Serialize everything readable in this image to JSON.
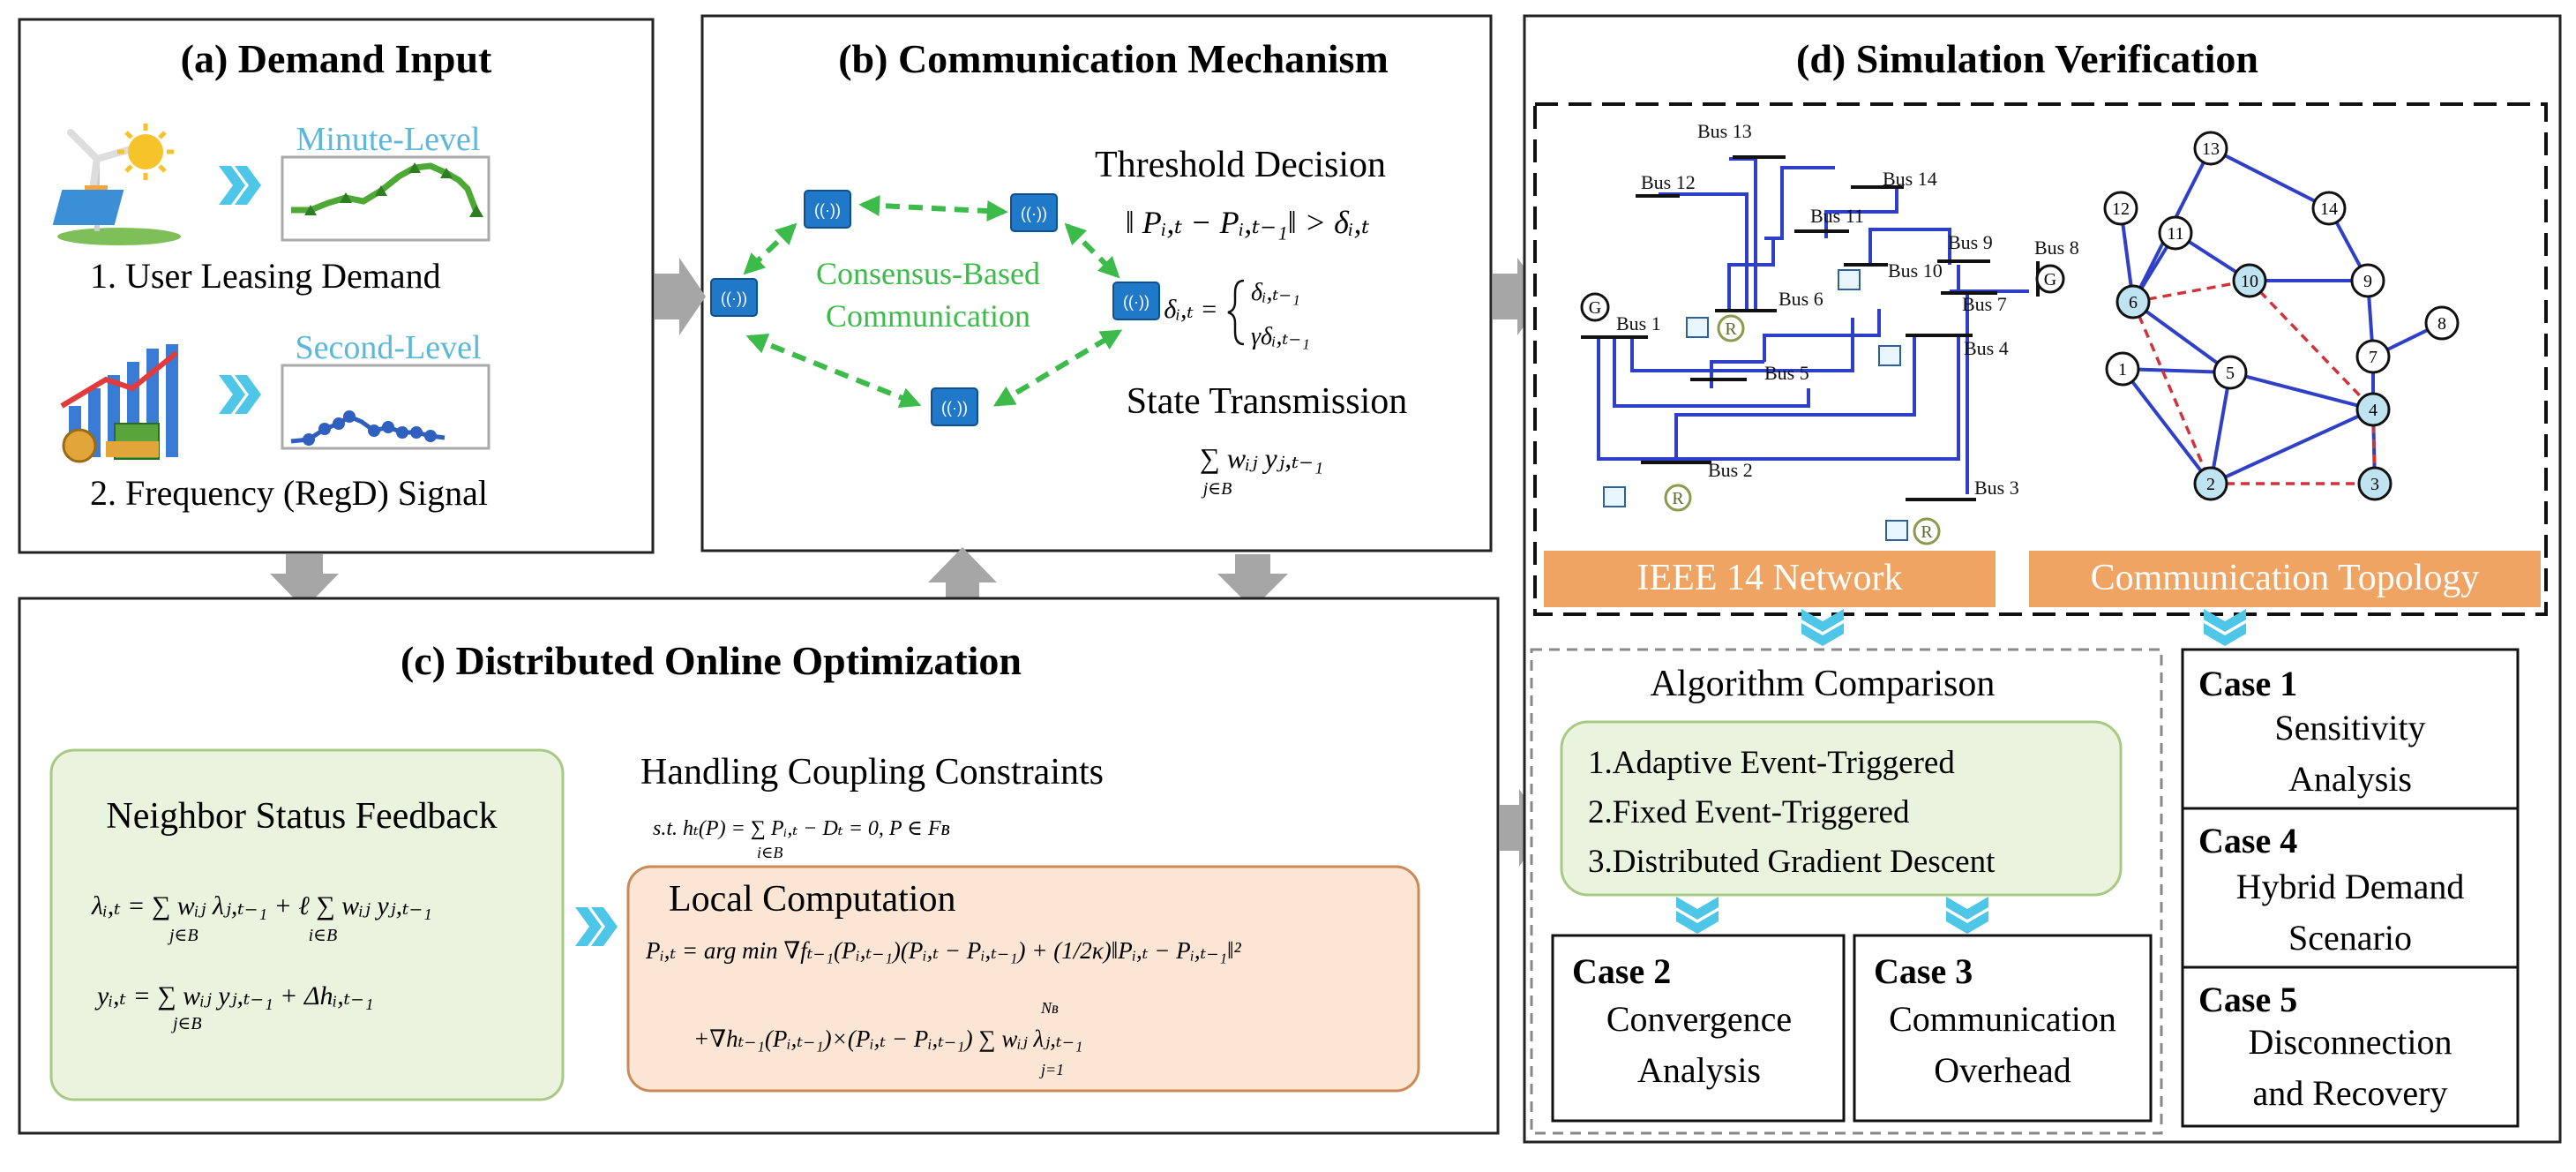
{
  "panel_a": {
    "title": "(a) Demand Input",
    "minute_label": "Minute-Level",
    "item1": "1. User  Leasing Demand",
    "second_label": "Second-Level",
    "item2": "2. Frequency  (RegD) Signal"
  },
  "panel_b": {
    "title": "(b) Communication Mechanism",
    "consensus_line1": "Consensus-Based",
    "consensus_line2": "Communication",
    "threshold_title": "Threshold Decision",
    "threshold_formula": "‖ Pᵢ,ₜ − Pᵢ,ₜ₋₁‖ > δᵢ,ₜ",
    "delta_lhs": "δᵢ,ₜ =",
    "delta_case1": "δᵢ,ₜ₋₁",
    "delta_case2": "γδᵢ,ₜ₋₁",
    "state_title": "State Transmission",
    "state_formula": "∑ wᵢⱼ yⱼ,ₜ₋₁",
    "state_sub": "j∈B"
  },
  "panel_c": {
    "title": "(c) Distributed Online Optimization",
    "neighbor_title": "Neighbor Status Feedback",
    "lambda_eq": "λᵢ,ₜ = ∑ wᵢⱼ λⱼ,ₜ₋₁ + ℓ ∑ wᵢⱼ yⱼ,ₜ₋₁",
    "lambda_sub": "j∈B                         i∈B",
    "y_eq": "yᵢ,ₜ = ∑ wᵢⱼ yⱼ,ₜ₋₁ + Δhᵢ,ₜ₋₁",
    "y_sub": "j∈B",
    "coupling_title": "Handling Coupling Constraints",
    "coupling_formula": "s.t. hₜ(P) = ∑ Pᵢ,ₜ − Dₜ = 0,   P ∈ Fʙ",
    "coupling_sub": "i∈B",
    "local_title": "Local Computation",
    "local_eq1": "Pᵢ,ₜ = arg min ∇fₜ₋₁(Pᵢ,ₜ₋₁)(Pᵢ,ₜ − Pᵢ,ₜ₋₁) + (1/2κ)‖Pᵢ,ₜ − Pᵢ,ₜ₋₁‖²",
    "local_eq2": "+∇hₜ₋₁(Pᵢ,ₜ₋₁)×(Pᵢ,ₜ − Pᵢ,ₜ₋₁) ∑ wᵢⱼ λⱼ,ₜ₋₁",
    "local_eq2_top": "Nʙ",
    "local_eq2_sub": "j=1"
  },
  "panel_d": {
    "title": "(d) Simulation Verification",
    "ieee_label": "IEEE 14 Network",
    "comm_label": "Communication Topology",
    "buses": [
      "Bus 1",
      "Bus 2",
      "Bus 3",
      "Bus 4",
      "Bus 5",
      "Bus 6",
      "Bus 7",
      "Bus 8",
      "Bus 9",
      "Bus 10",
      "Bus 11",
      "Bus 12",
      "Bus 13",
      "Bus 14"
    ],
    "gen_symbol": "G",
    "renew_symbol": "R",
    "comparison_title": "Algorithm Comparison",
    "algorithms": [
      "1.Adaptive Event-Triggered",
      "2.Fixed Event-Triggered",
      "3.Distributed Gradient Descent"
    ],
    "cases": [
      {
        "title": "Case 1",
        "line1": "Sensitivity",
        "line2": "Analysis"
      },
      {
        "title": "Case 2",
        "line1": "Convergence",
        "line2": "Analysis"
      },
      {
        "title": "Case 3",
        "line1": "Communication",
        "line2": "Overhead"
      },
      {
        "title": "Case 4",
        "line1": "Hybrid Demand",
        "line2": "Scenario"
      },
      {
        "title": "Case 5",
        "line1": "Disconnection",
        "line2": "and Recovery"
      }
    ],
    "topology_nodes": [
      "1",
      "2",
      "3",
      "4",
      "5",
      "6",
      "7",
      "8",
      "9",
      "10",
      "11",
      "12",
      "13",
      "14"
    ]
  },
  "colors": {
    "green_text": "#3dbb4a",
    "blue_text": "#5bb8d8",
    "orange_bar": "#f0a463",
    "green_box": "#eaf3dd",
    "orange_box": "#fbe5d4",
    "network_line": "#2f3fc6",
    "dashed_red": "#d0343b",
    "node_fill": "#bfe3f0",
    "arrow_gray": "#a6a6a6",
    "chevron_blue": "#4ec6e8"
  }
}
